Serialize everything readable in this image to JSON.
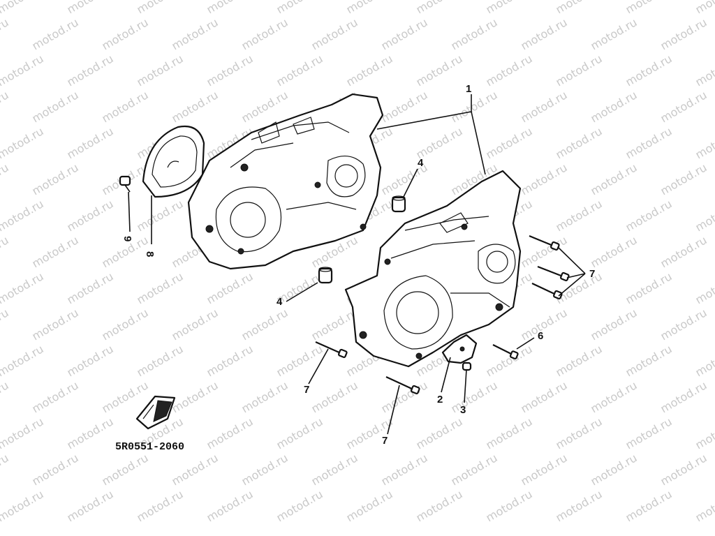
{
  "watermark": {
    "text": "motod.ru"
  },
  "callouts": [
    {
      "id": "c1",
      "label": "1"
    },
    {
      "id": "c2",
      "label": "2"
    },
    {
      "id": "c3",
      "label": "3"
    },
    {
      "id": "c4a",
      "label": "4"
    },
    {
      "id": "c4b",
      "label": "4"
    },
    {
      "id": "c6",
      "label": "6"
    },
    {
      "id": "c7a",
      "label": "7"
    },
    {
      "id": "c7b",
      "label": "7"
    },
    {
      "id": "c7c",
      "label": "7"
    },
    {
      "id": "c8",
      "label": "8"
    },
    {
      "id": "c9",
      "label": "9"
    }
  ],
  "drawing_code": "5R0551-2060"
}
